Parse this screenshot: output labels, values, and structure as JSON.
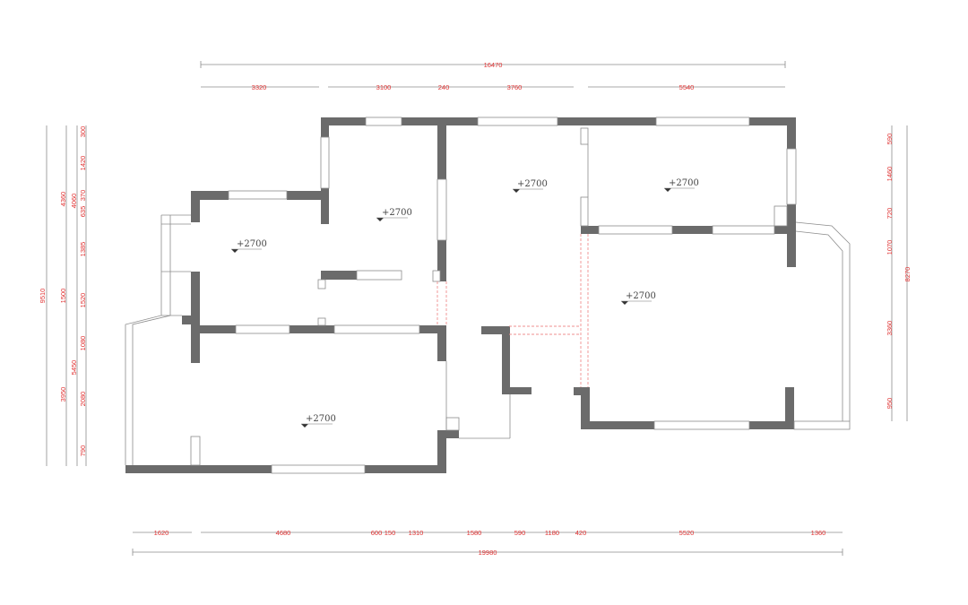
{
  "dimensions": {
    "top_total": "16470",
    "top": [
      "3320",
      "3100",
      "240",
      "3760",
      "5540"
    ],
    "bottom": [
      "1620",
      "4680",
      "600",
      "150",
      "1310",
      "1580",
      "590",
      "1180",
      "420",
      "5520",
      "1360"
    ],
    "bottom_total": "19980",
    "left_outer": [
      "9510"
    ],
    "left_mid1": [
      "4360",
      "3950"
    ],
    "left_mid2": [
      "4060",
      "1500",
      "5450"
    ],
    "left_inner": [
      "300",
      "1420",
      "370",
      "635",
      "1385",
      "1520",
      "1080",
      "2080",
      "790"
    ],
    "right_inner": [
      "590",
      "1460",
      "720",
      "1070",
      "3360",
      "950"
    ],
    "right_outer": [
      "8270"
    ]
  },
  "levels": [
    "+2700",
    "+2700",
    "+2700",
    "+2700",
    "+2700",
    "+2700"
  ],
  "colors": {
    "wall": "#6b6b6b",
    "dimension_text": "#e03030",
    "door_dashed": "#ef8f8f"
  }
}
